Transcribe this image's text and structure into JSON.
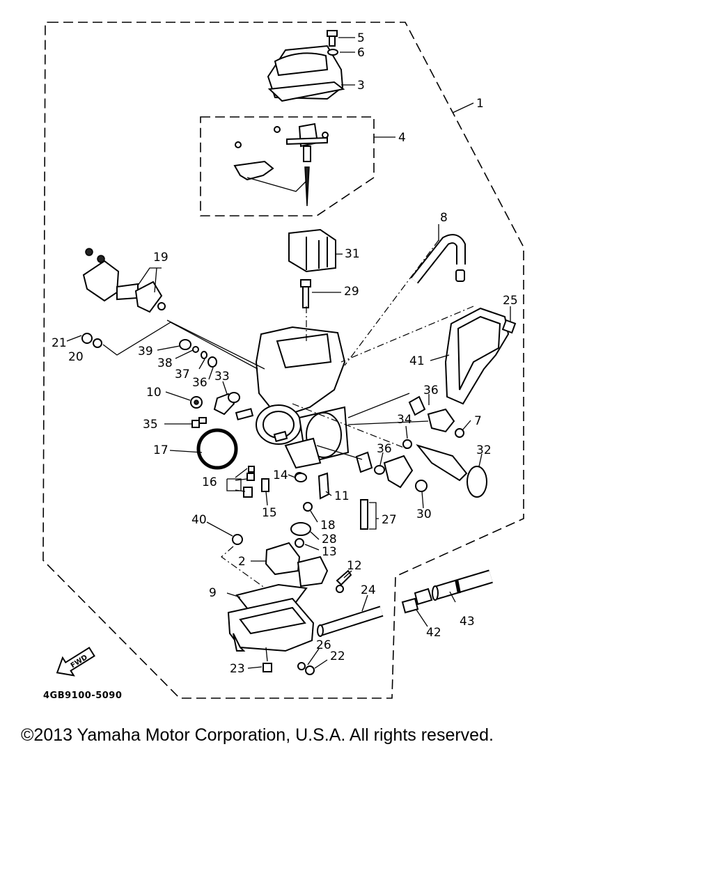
{
  "diagram": {
    "part_code": "4GB9100-5090",
    "fwd_label": "FWD",
    "labels": [
      {
        "id": "1",
        "text": "1"
      },
      {
        "id": "2",
        "text": "2"
      },
      {
        "id": "3",
        "text": "3"
      },
      {
        "id": "4",
        "text": "4"
      },
      {
        "id": "5",
        "text": "5"
      },
      {
        "id": "6",
        "text": "6"
      },
      {
        "id": "7",
        "text": "7"
      },
      {
        "id": "8",
        "text": "8"
      },
      {
        "id": "9",
        "text": "9"
      },
      {
        "id": "10",
        "text": "10"
      },
      {
        "id": "11",
        "text": "11"
      },
      {
        "id": "12",
        "text": "12"
      },
      {
        "id": "13",
        "text": "13"
      },
      {
        "id": "14",
        "text": "14"
      },
      {
        "id": "15",
        "text": "15"
      },
      {
        "id": "16",
        "text": "16"
      },
      {
        "id": "17",
        "text": "17"
      },
      {
        "id": "18",
        "text": "18"
      },
      {
        "id": "19",
        "text": "19"
      },
      {
        "id": "20",
        "text": "20"
      },
      {
        "id": "21",
        "text": "21"
      },
      {
        "id": "22",
        "text": "22"
      },
      {
        "id": "23",
        "text": "23"
      },
      {
        "id": "24",
        "text": "24"
      },
      {
        "id": "25",
        "text": "25"
      },
      {
        "id": "26",
        "text": "26"
      },
      {
        "id": "27",
        "text": "27"
      },
      {
        "id": "28",
        "text": "28"
      },
      {
        "id": "29",
        "text": "29"
      },
      {
        "id": "30",
        "text": "30"
      },
      {
        "id": "31",
        "text": "31"
      },
      {
        "id": "32",
        "text": "32"
      },
      {
        "id": "33",
        "text": "33"
      },
      {
        "id": "34",
        "text": "34"
      },
      {
        "id": "35",
        "text": "35"
      },
      {
        "id": "36a",
        "text": "36"
      },
      {
        "id": "36b",
        "text": "36"
      },
      {
        "id": "36c",
        "text": "36"
      },
      {
        "id": "37",
        "text": "37"
      },
      {
        "id": "38",
        "text": "38"
      },
      {
        "id": "39",
        "text": "39"
      },
      {
        "id": "40",
        "text": "40"
      },
      {
        "id": "41",
        "text": "41"
      },
      {
        "id": "42",
        "text": "42"
      },
      {
        "id": "43",
        "text": "43"
      }
    ]
  },
  "copyright": "©2013 Yamaha Motor Corporation, U.S.A. All rights reserved."
}
